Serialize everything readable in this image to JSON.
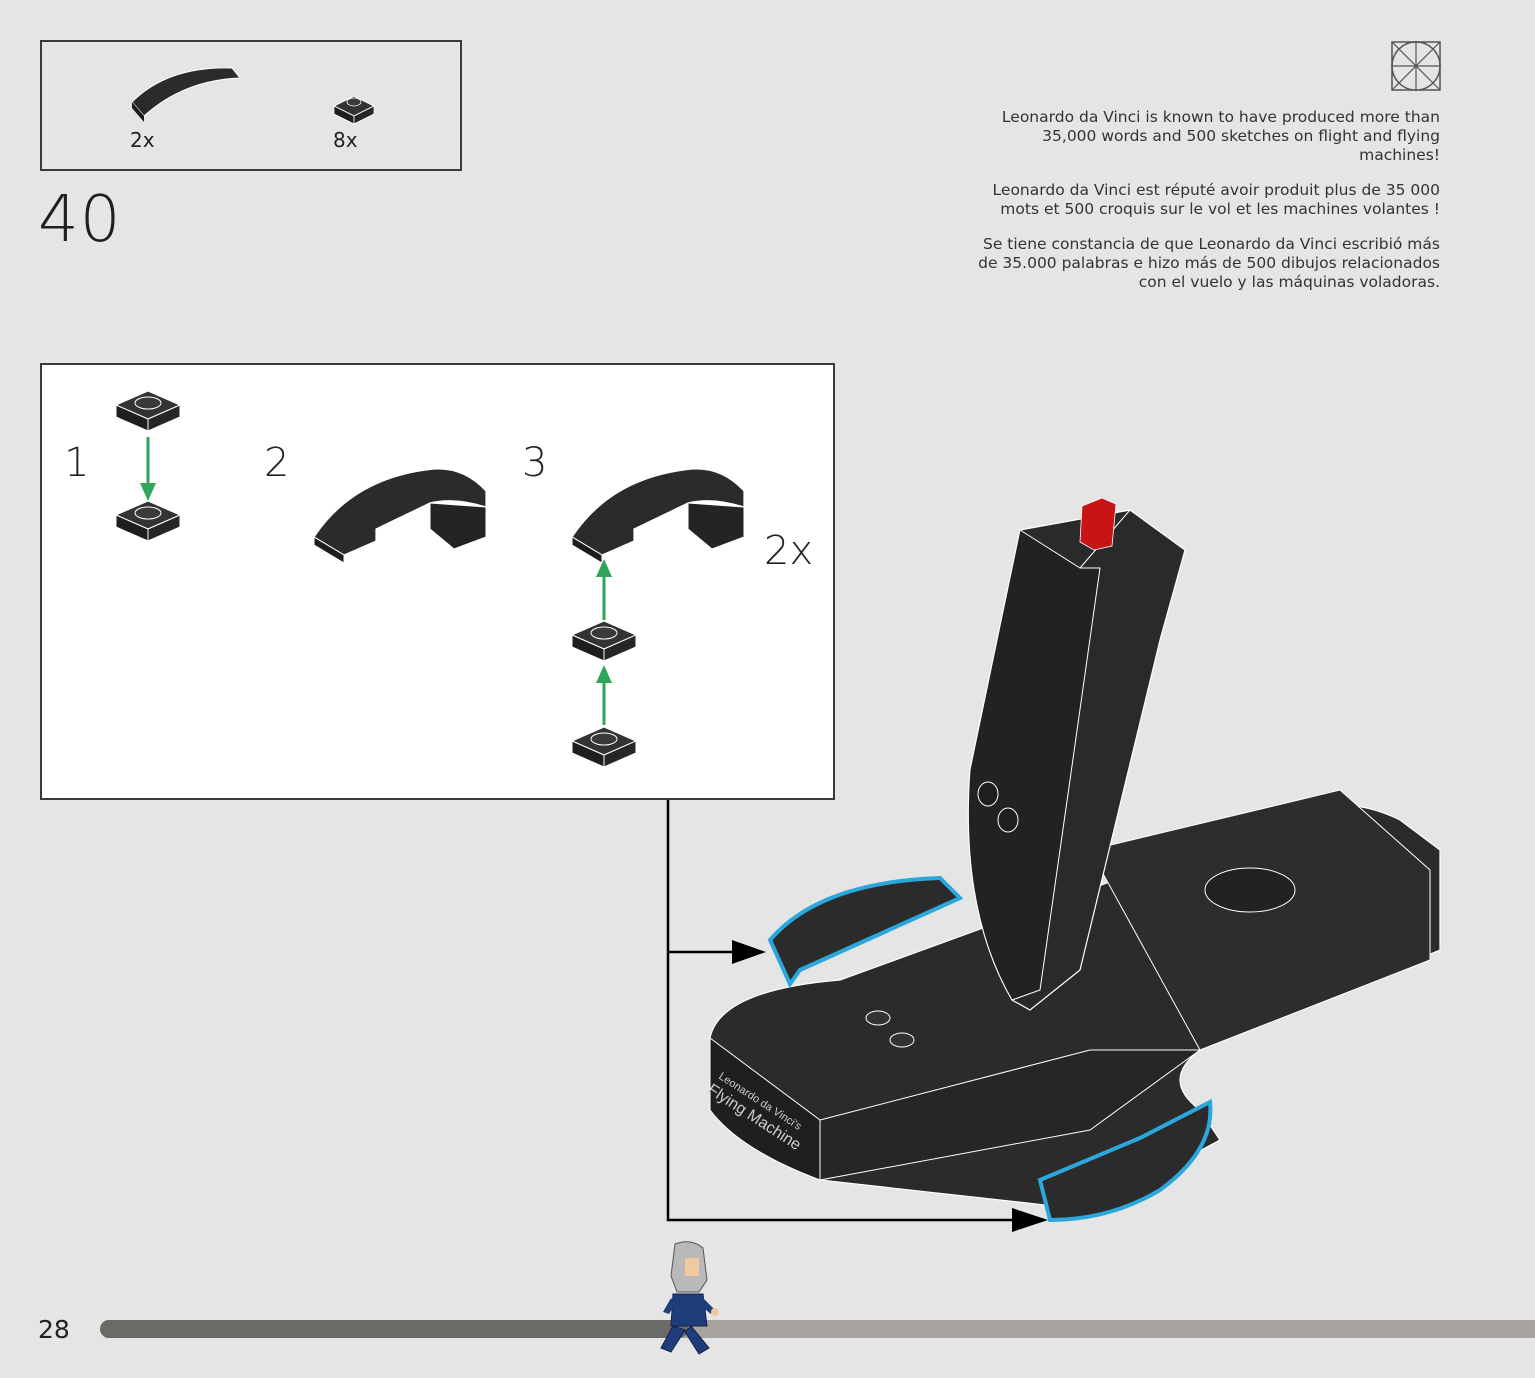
{
  "parts_list": [
    {
      "name": "curved-slope-1x4",
      "quantity": "2x"
    },
    {
      "name": "plate-1x1",
      "quantity": "8x"
    }
  ],
  "step_number": "40",
  "fact": [
    "Leonardo da Vinci is known to have produced more than 35,000 words and 500 sketches on flight and flying machines!",
    "Leonardo da Vinci est réputé avoir produit plus de 35 000 mots et 500 croquis sur le vol et les machines volantes !",
    "Se tiene constancia de que Leonardo da Vinci escribió más de 35.000 palabras e hizo más de 500 dibujos relacionados con el vuelo y las máquinas voladoras."
  ],
  "sub_steps": [
    {
      "number": "1"
    },
    {
      "number": "2"
    },
    {
      "number": "3",
      "multiplier": "2x"
    }
  ],
  "model_label": [
    "Leonardo da Vinci's",
    "Flying Machine"
  ],
  "page_number": "28",
  "progress": 0.41,
  "colors": {
    "brick": "#2b2b2b",
    "arrow_green": "#2fa65a",
    "highlight_blue": "#2aa8dc",
    "stud_red": "#c81414",
    "track": "#a7a49f",
    "fill": "#6a6a66"
  }
}
